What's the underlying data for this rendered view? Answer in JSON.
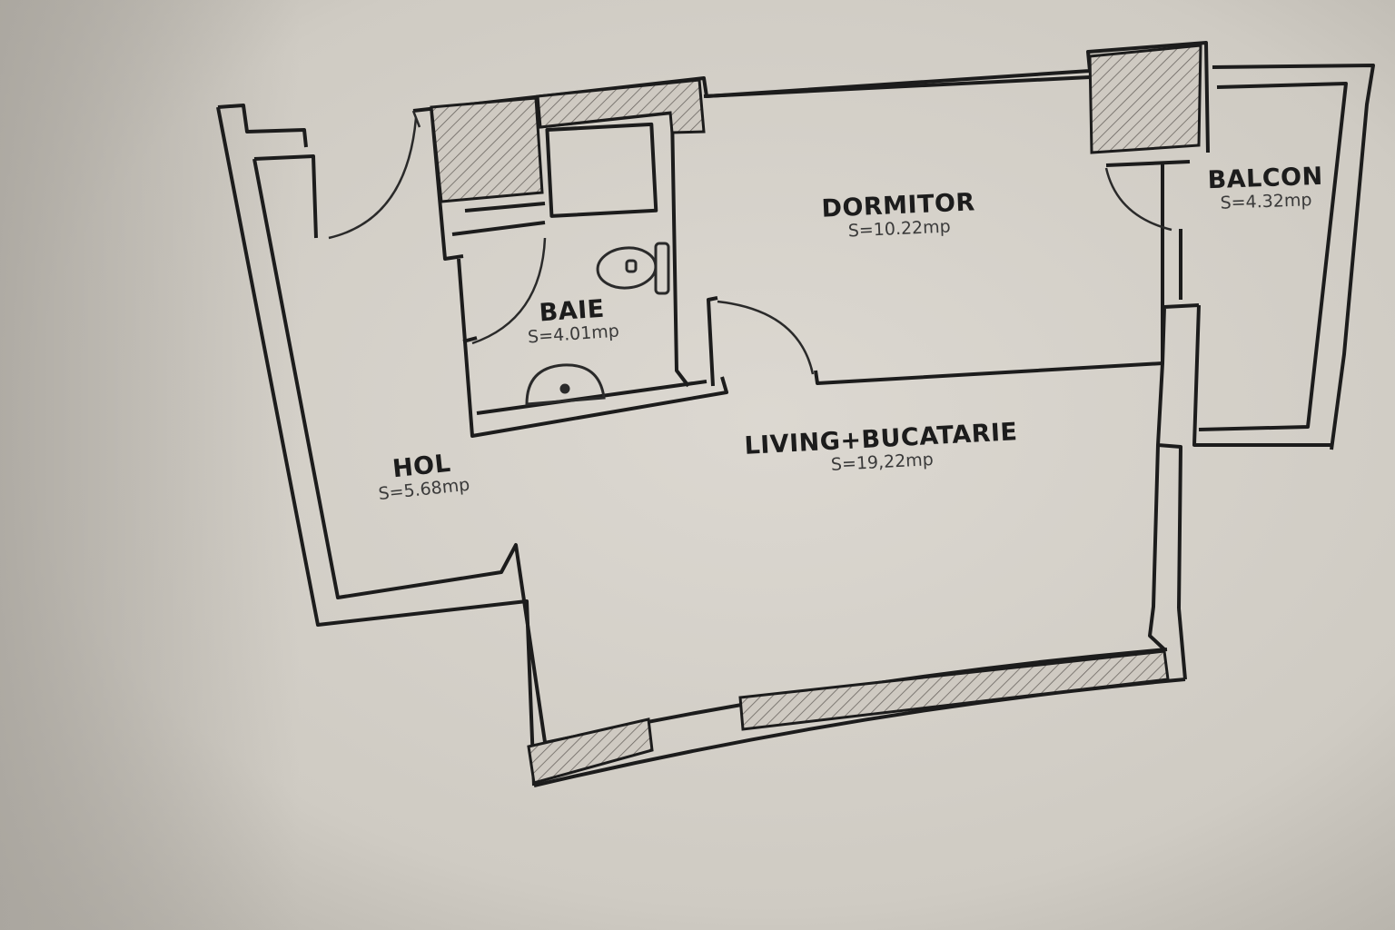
{
  "plan": {
    "rooms": {
      "dormitor": {
        "name": "DORMITOR",
        "area": "S=10.22mp"
      },
      "balcon": {
        "name": "BALCON",
        "area": "S=4.32mp"
      },
      "baie": {
        "name": "BAIE",
        "area": "S=4.01mp"
      },
      "hol": {
        "name": "HOL",
        "area": "S=5.68mp"
      },
      "living": {
        "name": "LIVING+BUCATARIE",
        "area": "S=19,22mp"
      }
    }
  },
  "colors": {
    "paper": "#d6d2ca",
    "ink": "#1c1c1c",
    "hatch": "#6a6560"
  }
}
